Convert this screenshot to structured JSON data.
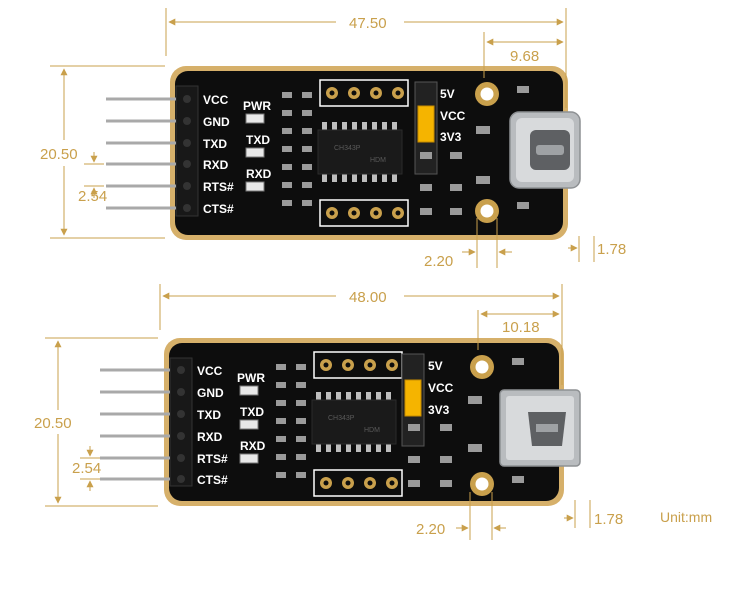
{
  "colors": {
    "dimension": "#c9a04c",
    "pcb": "#0d0d0d",
    "pcb_edge": "#d6b06a",
    "jumper": "#f5b400",
    "silkscreen": "#ffffff",
    "usb_shell": "#c7cacd"
  },
  "boards": [
    {
      "id": "type-c",
      "dims": {
        "length": "47.50",
        "connector_offset": "9.68",
        "height": "20.50",
        "pin_pitch": "2.54",
        "hole_spacing": "2.20",
        "edge_offset": "1.78"
      },
      "pins": [
        "VCC",
        "GND",
        "TXD",
        "RXD",
        "RTS#",
        "CTS#"
      ],
      "leds": [
        "PWR",
        "TXD",
        "RXD"
      ],
      "jumper": [
        "5V",
        "VCC",
        "3V3"
      ],
      "chip_lines": [
        "CH343P",
        "HDM"
      ]
    },
    {
      "id": "mini-usb",
      "dims": {
        "length": "48.00",
        "connector_offset": "10.18",
        "height": "20.50",
        "pin_pitch": "2.54",
        "hole_spacing": "2.20",
        "edge_offset": "1.78"
      },
      "pins": [
        "VCC",
        "GND",
        "TXD",
        "RXD",
        "RTS#",
        "CTS#"
      ],
      "leds": [
        "PWR",
        "TXD",
        "RXD"
      ],
      "jumper": [
        "5V",
        "VCC",
        "3V3"
      ],
      "chip_lines": [
        "CH343P",
        "HDM"
      ],
      "unit": "Unit:mm"
    }
  ]
}
